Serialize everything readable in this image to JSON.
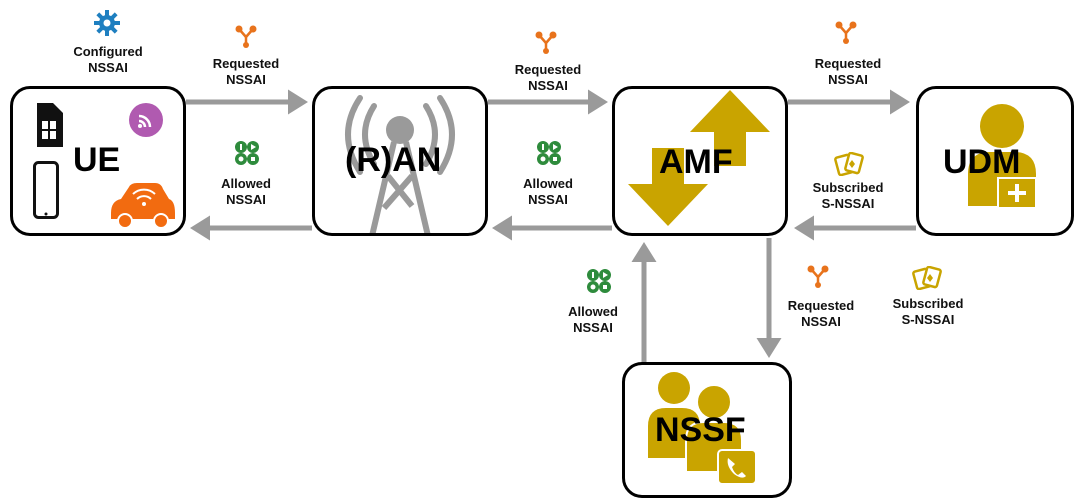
{
  "nodes": {
    "ue": "UE",
    "ran": "(R)AN",
    "amf": "AMF",
    "udm": "UDM",
    "nssf": "NSSF"
  },
  "labels": {
    "configured": [
      "Configured",
      "NSSAI"
    ],
    "ue_ran_requested": [
      "Requested",
      "NSSAI"
    ],
    "ran_ue_allowed": [
      "Allowed",
      "NSSAI"
    ],
    "ran_amf_requested": [
      "Requested",
      "NSSAI"
    ],
    "amf_ran_allowed": [
      "Allowed",
      "NSSAI"
    ],
    "amf_udm_requested": [
      "Requested",
      "NSSAI"
    ],
    "udm_amf_subscribed": [
      "Subscribed",
      "S-NSSAI"
    ],
    "nssf_amf_allowed": [
      "Allowed",
      "NSSAI"
    ],
    "amf_nssf_requested": [
      "Requested",
      "NSSAI"
    ],
    "amf_nssf_subscribed": [
      "Subscribed",
      "S-NSSAI"
    ]
  },
  "icons": {
    "configured": "gear-icon",
    "requested": "molecule-icon",
    "allowed": "clover-grid-icon",
    "subscribed": "cards-icon"
  },
  "colors": {
    "arrow": "#9a9a9a",
    "gold": "#c9a400",
    "orange": "#e8731c",
    "green": "#2e8b3c",
    "blue": "#1e7fc0",
    "purple": "#b05ab0"
  }
}
